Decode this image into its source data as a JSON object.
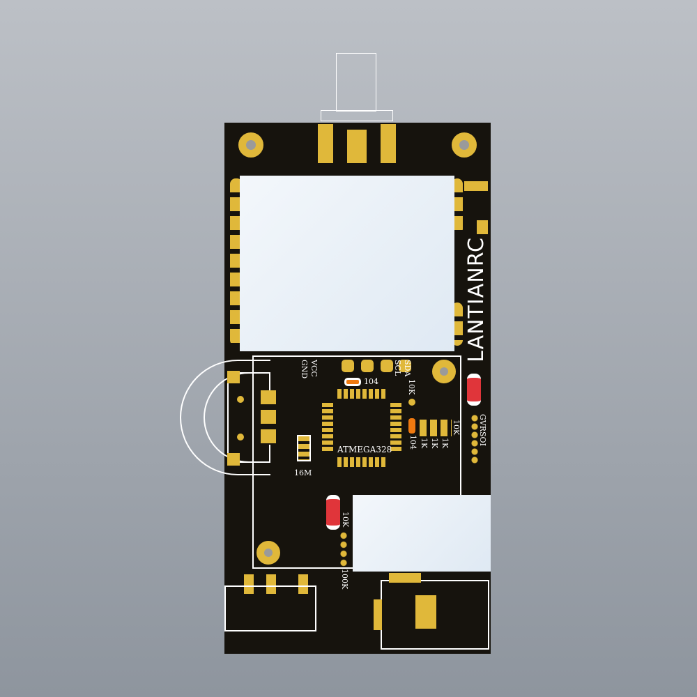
{
  "board": {
    "brand": "LANTIANRC",
    "mcu_label": "ATMEGA328",
    "crystal_label": "16M",
    "header_pins": [
      "GND",
      "VCC",
      "SCL",
      "SDA"
    ],
    "cap_labels": [
      "104",
      "104"
    ],
    "resistor_labels": [
      "10K",
      "1K",
      "1K",
      "1K",
      "10K",
      "10K",
      "100K"
    ],
    "side_header_label": "GVRSOI"
  },
  "colors": {
    "board": "#16130d",
    "pad": "#e0b83a",
    "silk": "#ffffff",
    "resistor": "#e0353a",
    "cap": "#f07a10",
    "background": "#a4aab2"
  }
}
